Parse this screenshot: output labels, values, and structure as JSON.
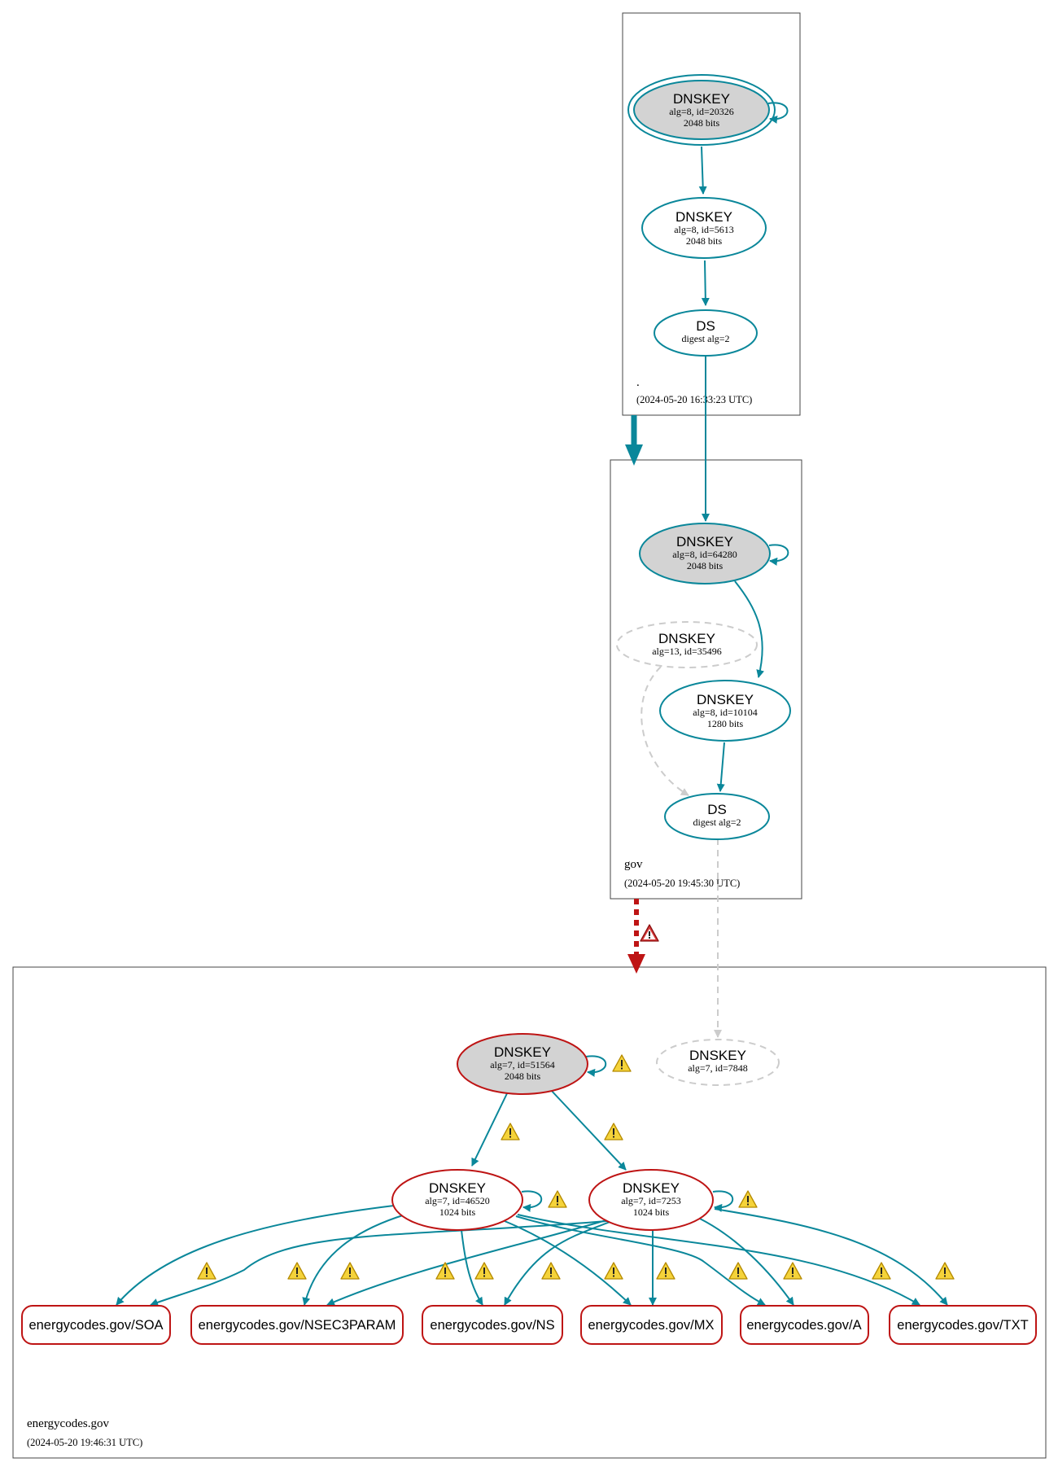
{
  "zones": [
    {
      "id": "root",
      "name": ".",
      "timestamp": "(2024-05-20 16:33:23 UTC)"
    },
    {
      "id": "gov",
      "name": "gov",
      "timestamp": "(2024-05-20 19:45:30 UTC)"
    },
    {
      "id": "energycodes",
      "name": "energycodes.gov",
      "timestamp": "(2024-05-20 19:46:31 UTC)"
    }
  ],
  "nodes": {
    "root_ksk": {
      "title": "DNSKEY",
      "line1": "alg=8, id=20326",
      "line2": "2048 bits"
    },
    "root_zsk": {
      "title": "DNSKEY",
      "line1": "alg=8, id=5613",
      "line2": "2048 bits"
    },
    "root_ds": {
      "title": "DS",
      "line1": "digest alg=2"
    },
    "gov_ksk": {
      "title": "DNSKEY",
      "line1": "alg=8, id=64280",
      "line2": "2048 bits"
    },
    "gov_missing": {
      "title": "DNSKEY",
      "line1": "alg=13, id=35496"
    },
    "gov_zsk": {
      "title": "DNSKEY",
      "line1": "alg=8, id=10104",
      "line2": "1280 bits"
    },
    "gov_ds": {
      "title": "DS",
      "line1": "digest alg=2"
    },
    "ec_ksk": {
      "title": "DNSKEY",
      "line1": "alg=7, id=51564",
      "line2": "2048 bits"
    },
    "ec_missing": {
      "title": "DNSKEY",
      "line1": "alg=7, id=7848"
    },
    "ec_zsk1": {
      "title": "DNSKEY",
      "line1": "alg=7, id=46520",
      "line2": "1024 bits"
    },
    "ec_zsk2": {
      "title": "DNSKEY",
      "line1": "alg=7, id=7253",
      "line2": "1024 bits"
    }
  },
  "rrsets": [
    {
      "id": "soa",
      "label": "energycodes.gov/SOA"
    },
    {
      "id": "nsec3param",
      "label": "energycodes.gov/NSEC3PARAM"
    },
    {
      "id": "ns",
      "label": "energycodes.gov/NS"
    },
    {
      "id": "mx",
      "label": "energycodes.gov/MX"
    },
    {
      "id": "a",
      "label": "energycodes.gov/A"
    },
    {
      "id": "txt",
      "label": "energycodes.gov/TXT"
    }
  ],
  "colors": {
    "secure": "#0a879a",
    "bogus": "#be1414",
    "missing": "#cccccc",
    "ksk_fill": "#d3d3d3",
    "warning_fill": "#f5d33a",
    "error_fill": "#d63a3a"
  },
  "icons": {
    "warning": "warning-icon",
    "error": "error-icon"
  }
}
